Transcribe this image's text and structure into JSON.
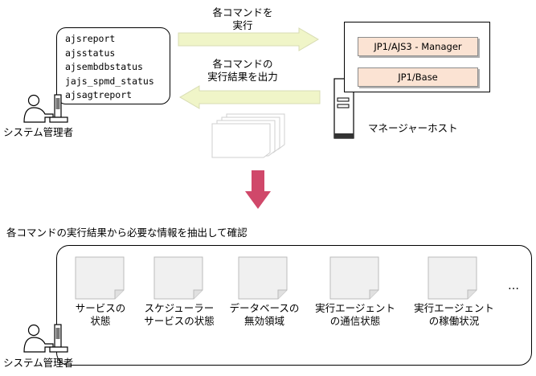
{
  "commands": [
    "ajsreport",
    "ajsstatus",
    "ajsembdbstatus",
    "jajs_spmd_status",
    "ajsagtreport"
  ],
  "arrow_top": {
    "line1": "各コマンドを",
    "line2": "実行"
  },
  "arrow_bottom": {
    "line1": "各コマンドの",
    "line2": "実行結果を出力"
  },
  "host": {
    "products": [
      "JP1/AJS3 - Manager",
      "JP1/Base"
    ],
    "label": "マネージャーホスト"
  },
  "admin_label": "システム管理者",
  "extract_caption": "各コマンドの実行結果から必要な情報を抽出して確認",
  "info_items": [
    {
      "line1": "サービスの",
      "line2": "状態"
    },
    {
      "line1": "スケジューラー",
      "line2": "サービスの状態"
    },
    {
      "line1": "データベースの",
      "line2": "無効領域"
    },
    {
      "line1": "実行エージェント",
      "line2": "の通信状態"
    },
    {
      "line1": "実行エージェント",
      "line2": "の稼働状況"
    }
  ],
  "ellipsis": "…",
  "colors": {
    "arrow_fill": "#f0f5c8",
    "down_arrow": "#d0486a",
    "product_fill": "#fbe3d3",
    "doc_fill": "#f0f0f0"
  }
}
